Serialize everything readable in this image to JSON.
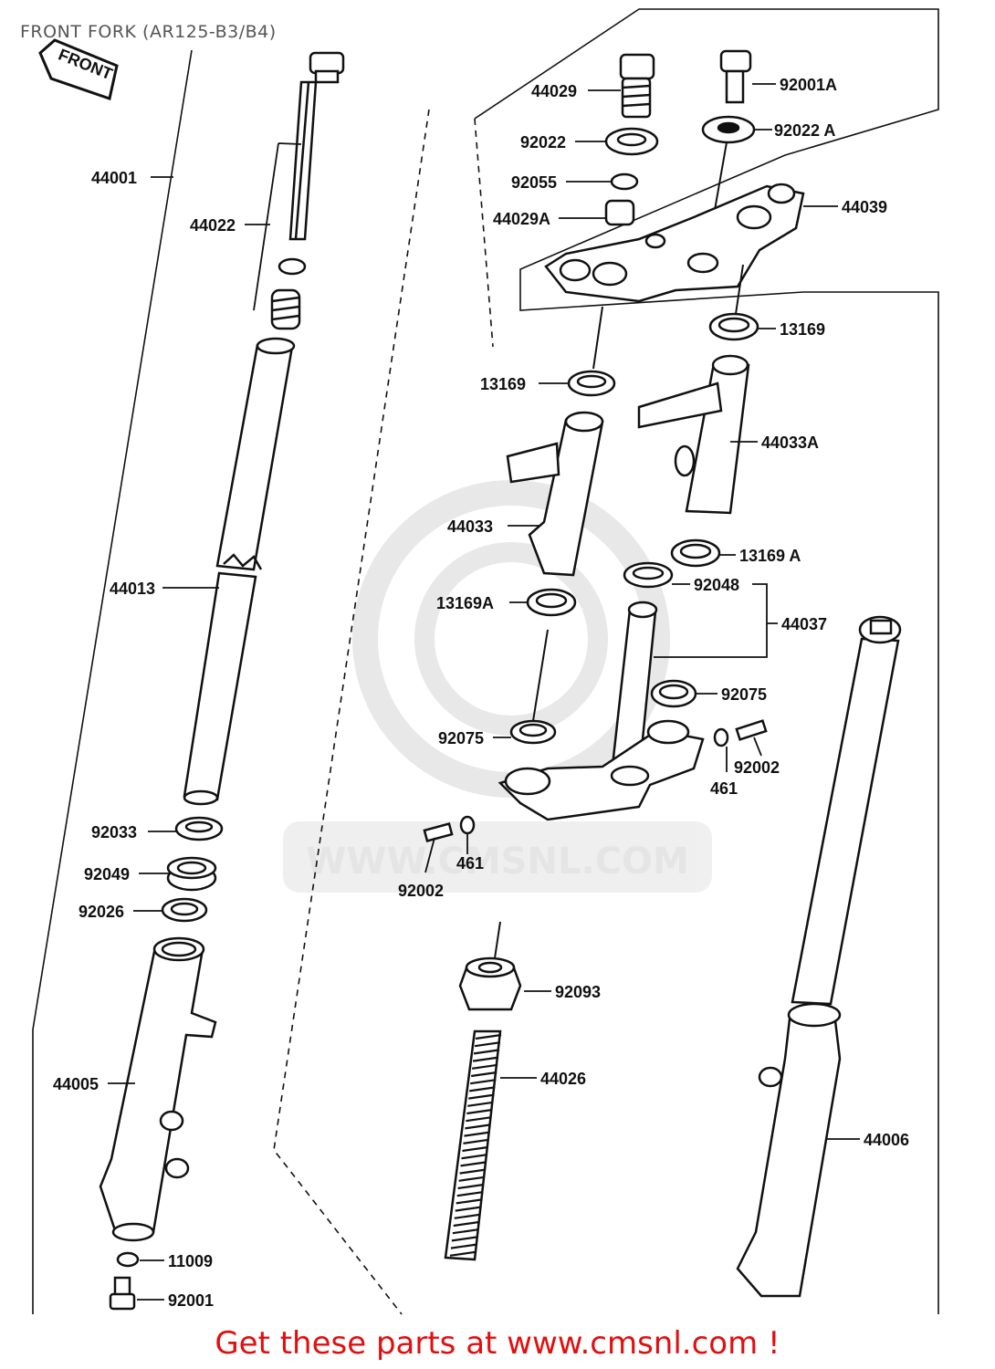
{
  "title": "FRONT FORK (AR125-B3/B4)",
  "front_tag": "FRONT",
  "watermark": "WWW.CMSNL.COM",
  "footer": "Get these parts at www.cmsnl.com !",
  "parts": {
    "p44001": "44001",
    "p44022": "44022",
    "p44013": "44013",
    "p92033": "92033",
    "p92049": "92049",
    "p92026": "92026",
    "p44005": "44005",
    "p11009": "11009",
    "p92001": "92001",
    "p44029": "44029",
    "p92022": "92022",
    "p92055": "92055",
    "p44029A": "44029A",
    "p92001A": "92001A",
    "p92022A": "92022 A",
    "p44039": "44039",
    "p13169_r": "13169",
    "p13169_l": "13169",
    "p44033A": "44033A",
    "p44033": "44033",
    "p13169A_r": "13169 A",
    "p92048": "92048",
    "p13169A_l": "13169A",
    "p44037": "44037",
    "p92075_r": "92075",
    "p92075_l": "92075",
    "p92002_r": "92002",
    "p461_r": "461",
    "p461_l": "461",
    "p92002_l": "92002",
    "p92093": "92093",
    "p44026": "44026",
    "p44006": "44006"
  }
}
